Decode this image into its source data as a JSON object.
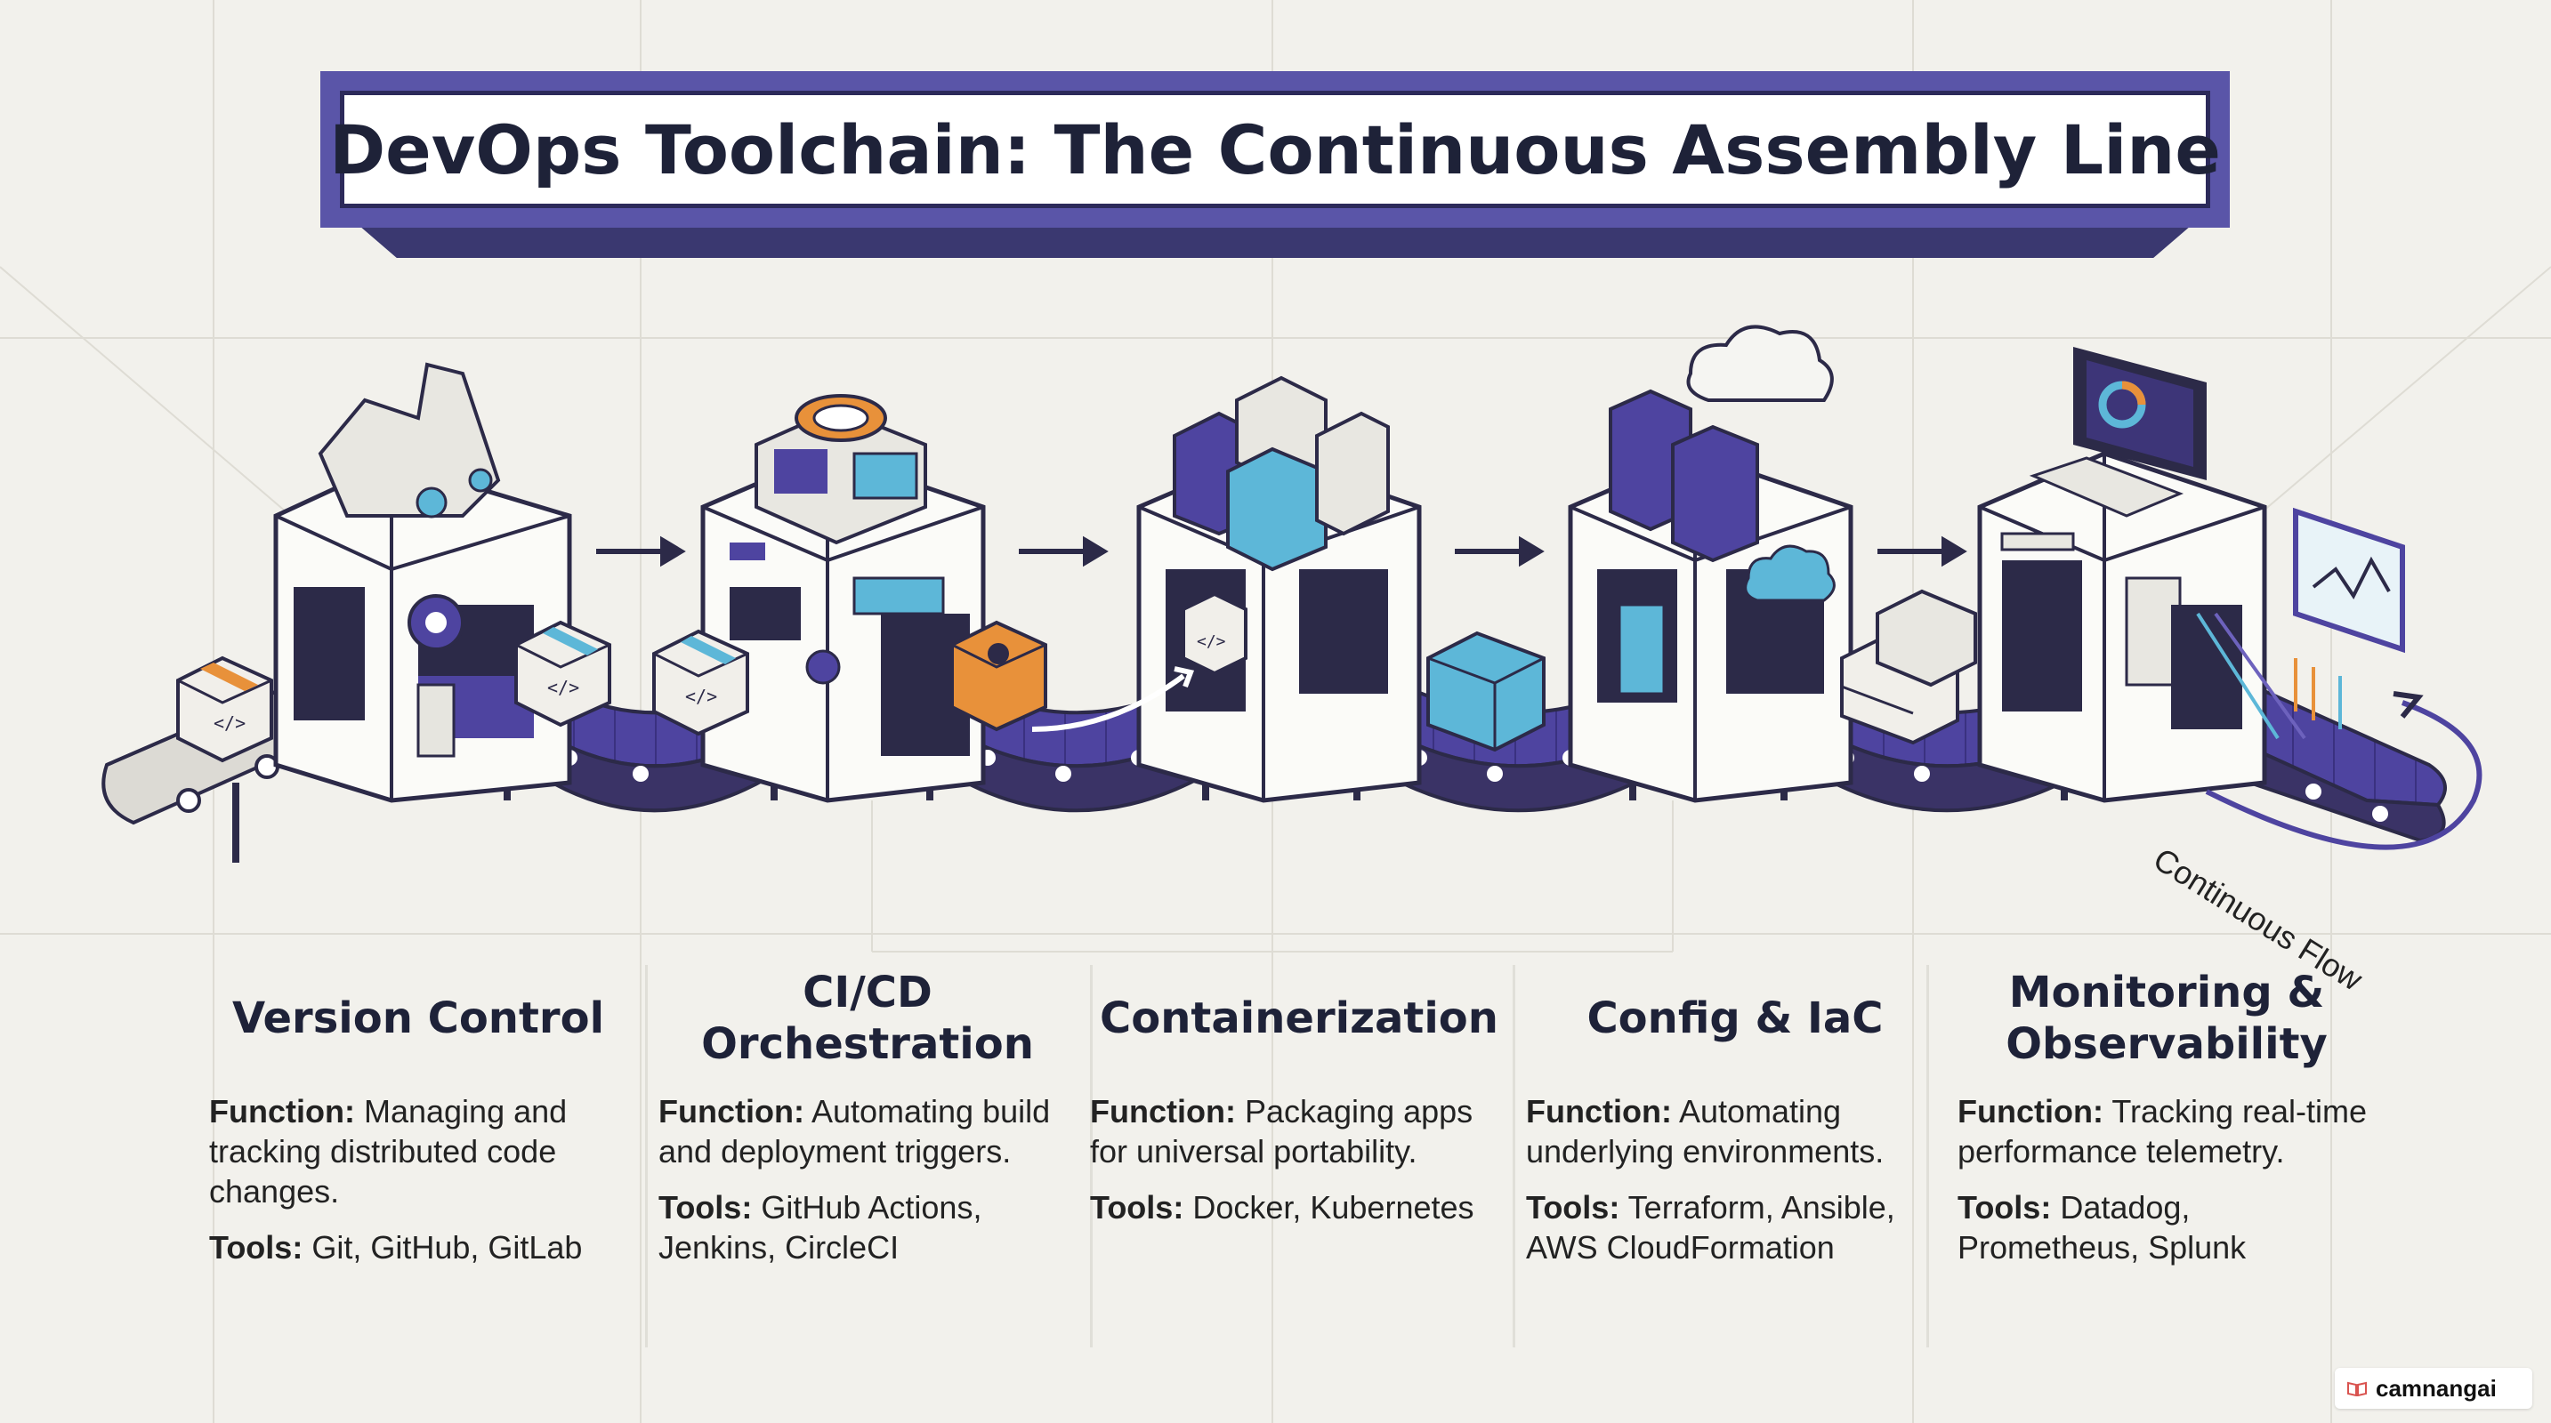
{
  "title": "DevOps Toolchain: The Continuous Assembly Line",
  "stages": [
    {
      "title": "Version Control",
      "function_label": "Function:",
      "function": "Managing and tracking distributed code changes.",
      "tools_label": "Tools:",
      "tools": "Git, GitHub, GitLab"
    },
    {
      "title": "CI/CD Orchestration",
      "function_label": "Function:",
      "function": "Automating build and deployment triggers.",
      "tools_label": "Tools:",
      "tools": "GitHub Actions, Jenkins, CircleCI"
    },
    {
      "title": "Containerization",
      "function_label": "Function:",
      "function": "Packaging apps for universal portability.",
      "tools_label": "Tools:",
      "tools": "Docker, Kubernetes"
    },
    {
      "title": "Config & IaC",
      "function_label": "Function:",
      "function": "Automating underlying environments.",
      "tools_label": "Tools:",
      "tools": "Terraform, Ansible, AWS CloudFormation"
    },
    {
      "title": "Monitoring & Observability",
      "function_label": "Function:",
      "function": "Tracking real-time performance telemetry.",
      "tools_label": "Tools:",
      "tools": "Datadog, Prometheus, Splunk"
    }
  ],
  "flow_label": "Continuous Flow",
  "code_glyph": "</>",
  "watermark": "camnangai",
  "colors": {
    "purple": "#4b3f9a",
    "purple_light": "#6d62bd",
    "blue": "#5db7d8",
    "orange": "#e8913a",
    "dark": "#1e2238",
    "background": "#f2f1ec"
  }
}
